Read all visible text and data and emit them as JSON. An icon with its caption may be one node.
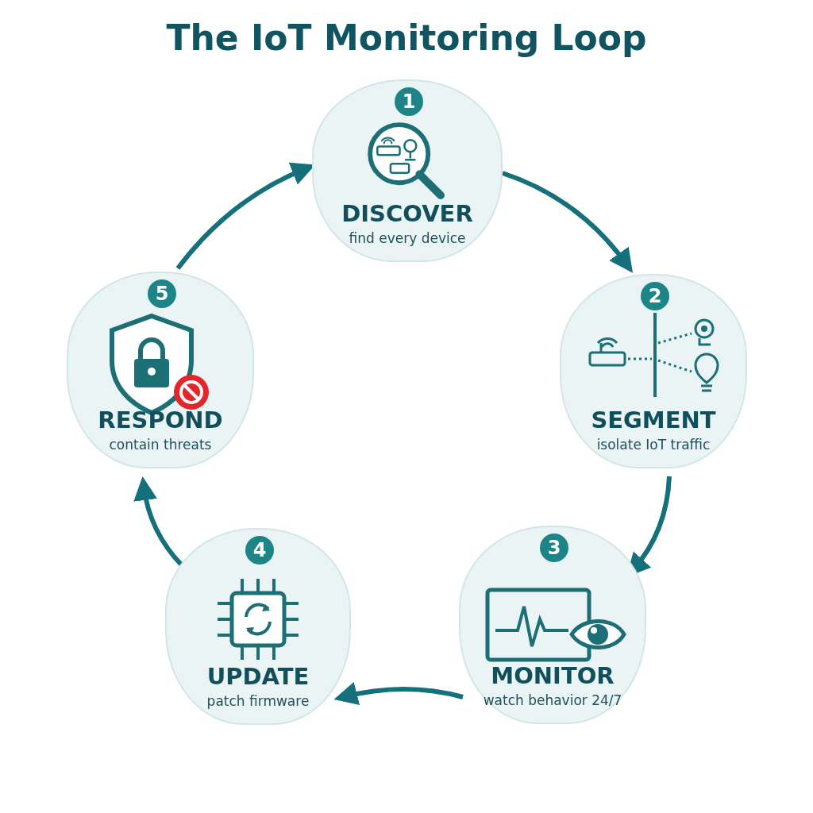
{
  "diagram": {
    "title": "The IoT Monitoring Loop",
    "nodes": [
      {
        "text": [
          "1",
          "DISCOVER",
          "find every device"
        ]
      },
      {
        "text": [
          "2",
          "SEGMENT",
          "isolate IoT traffic"
        ]
      },
      {
        "text": [
          "3",
          "MONITOR",
          "watch behavior 24/7"
        ]
      },
      {
        "text": [
          "4",
          "UPDATE",
          "patch firmware"
        ]
      },
      {
        "text": [
          "5",
          "RESPOND",
          "contain threats"
        ]
      }
    ],
    "edges": [
      {
        "from": 0,
        "to": 1,
        "arrow": "to"
      },
      {
        "from": 1,
        "to": 2,
        "arrow": "to"
      },
      {
        "from": 2,
        "to": 3,
        "arrow": "to"
      },
      {
        "from": 3,
        "to": 4,
        "arrow": "to"
      },
      {
        "from": 4,
        "to": 0,
        "arrow": "to"
      }
    ]
  }
}
